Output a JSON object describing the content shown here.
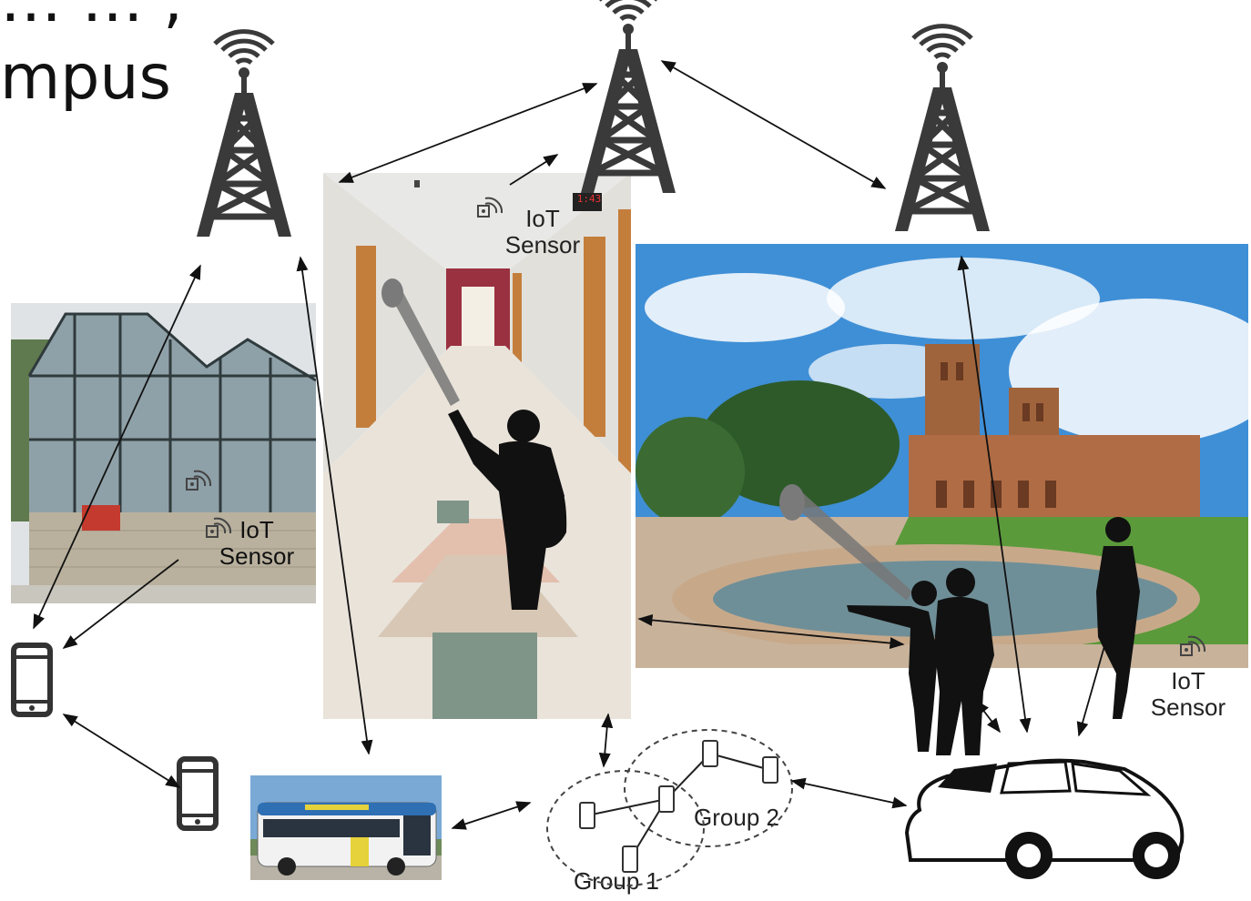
{
  "title": {
    "line1": "… … ,",
    "line2": "mpus"
  },
  "labels": {
    "sensor_hallway_line1": "IoT",
    "sensor_hallway_line2": "Sensor",
    "sensor_greenhouse_line1": "IoT",
    "sensor_greenhouse_line2": "Sensor",
    "sensor_campus_line1": "IoT",
    "sensor_campus_line2": "Sensor",
    "group1": "Group 1",
    "group2": "Group 2",
    "hallway_clock": "1:43"
  },
  "nodes": [
    "cell-tower-left-icon",
    "cell-tower-center-icon",
    "cell-tower-right-icon",
    "greenhouse-photo",
    "hallway-photo",
    "campus-photo",
    "bus-photo",
    "smartphone-left-icon",
    "smartphone-bottom-icon",
    "car-icon",
    "device-groups"
  ],
  "colors": {
    "tower": "#3a3a3a",
    "arrow": "#111111",
    "group_outline": "#444444",
    "sky": "#3f8fd6",
    "grass": "#5a9a3a",
    "brick": "#a0643c",
    "bus_blue": "#2f6fb3",
    "bus_yellow": "#e6d23a"
  }
}
